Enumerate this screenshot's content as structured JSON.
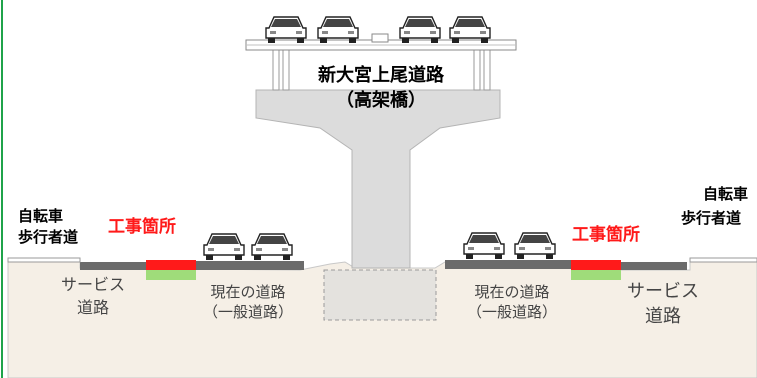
{
  "elevated": {
    "name": "新大宮上尾道路",
    "sub": "（高架橋）"
  },
  "left": {
    "bike_line1": "自転車",
    "bike_line2": "歩行者道",
    "works": "工事箇所",
    "service_line1": "サービス",
    "service_line2": "道路",
    "current_line1": "現在の道路",
    "current_line2": "（一般道路）"
  },
  "right": {
    "bike_line1": "自転車",
    "bike_line2": "歩行者道",
    "works": "工事箇所",
    "service_line1": "サービス",
    "service_line2": "道路",
    "current_line1": "現在の道路",
    "current_line2": "（一般道路）"
  },
  "colors": {
    "frame": "#1fa34a",
    "ground": "#f5efe6",
    "pier": "#dcdcdc",
    "pavement": "#6b6b6b",
    "works": "#ff1a1a",
    "grass": "#9fdc7a"
  },
  "icons": [
    "car-icon"
  ]
}
